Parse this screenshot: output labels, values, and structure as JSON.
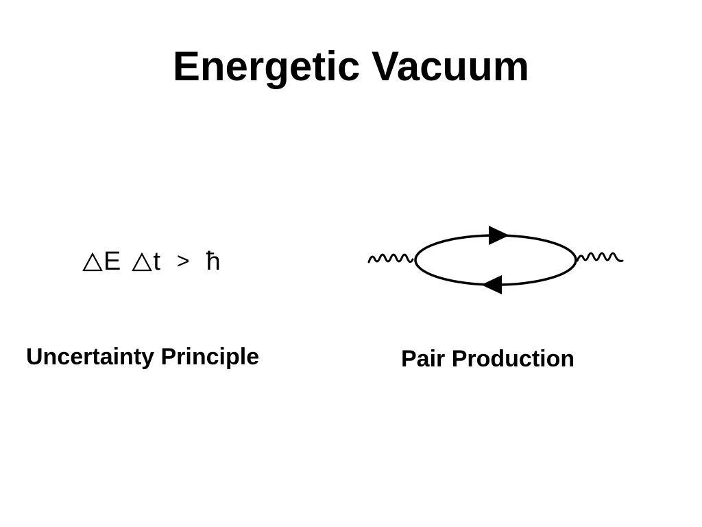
{
  "slide": {
    "title": "Energetic Vacuum"
  },
  "equation": {
    "energy_symbol": "E",
    "time_symbol": "t",
    "relation": ">",
    "constant": "ħ",
    "delta_icon": "delta-triangle-icon"
  },
  "captions": {
    "left": "Uncertainty Principle",
    "right": "Pair Production"
  },
  "diagram": {
    "type": "feynman-vacuum-loop",
    "elements": [
      "photon-wavy-line-left",
      "fermion-loop",
      "arrow-top",
      "arrow-bottom",
      "photon-wavy-line-right"
    ],
    "line_color": "#000000"
  }
}
